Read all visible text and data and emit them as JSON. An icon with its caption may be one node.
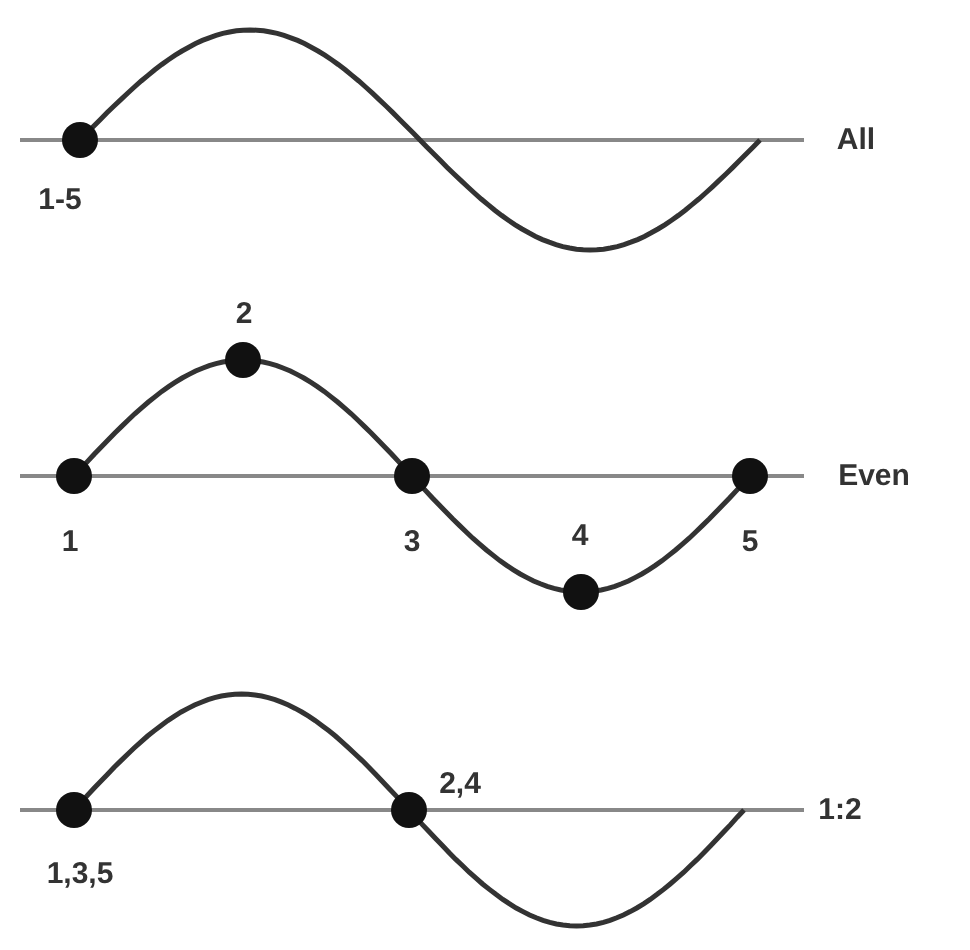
{
  "diagram": {
    "labels": [
      "All",
      "1-5",
      "2",
      "Even",
      "1",
      "3",
      "5",
      "4",
      "2,4",
      "1:2",
      "1,3,5"
    ]
  }
}
